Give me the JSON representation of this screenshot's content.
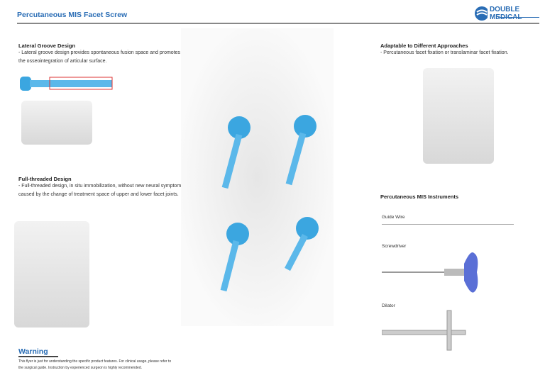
{
  "header": {
    "title": "Percutaneous MIS Facet Screw",
    "brand": "DOUBLE MEDICAL",
    "brand_color": "#2a6db5"
  },
  "sections": {
    "lateral": {
      "heading": "Lateral Groove Design",
      "text": "- Lateral groove design provides spontaneous fusion space and promotes the osseointegration of articular surface."
    },
    "full": {
      "heading": "Full-threaded Design",
      "text": "- Full-threaded design, in situ immobilization, without new neural symptom caused by the change of treatment space of upper and lower facet joints."
    },
    "adaptable": {
      "heading": "Adaptable to Different Approaches",
      "text": "- Percutaneous facet fixation or translaminar facet fixation."
    },
    "instruments": {
      "heading": "Percutaneous MIS Instruments",
      "items": [
        "Guide Wire",
        "Screwdriver",
        "Dilator"
      ]
    }
  },
  "warning": {
    "heading": "Warning",
    "text": "This flyer is just for understanding the specific product features. For clinical usage, please refer to the surgical guide. Instruction by experienced surgeon is highly recommended."
  },
  "colors": {
    "screw": "#3ba6e0",
    "accent": "#2a6db5"
  }
}
